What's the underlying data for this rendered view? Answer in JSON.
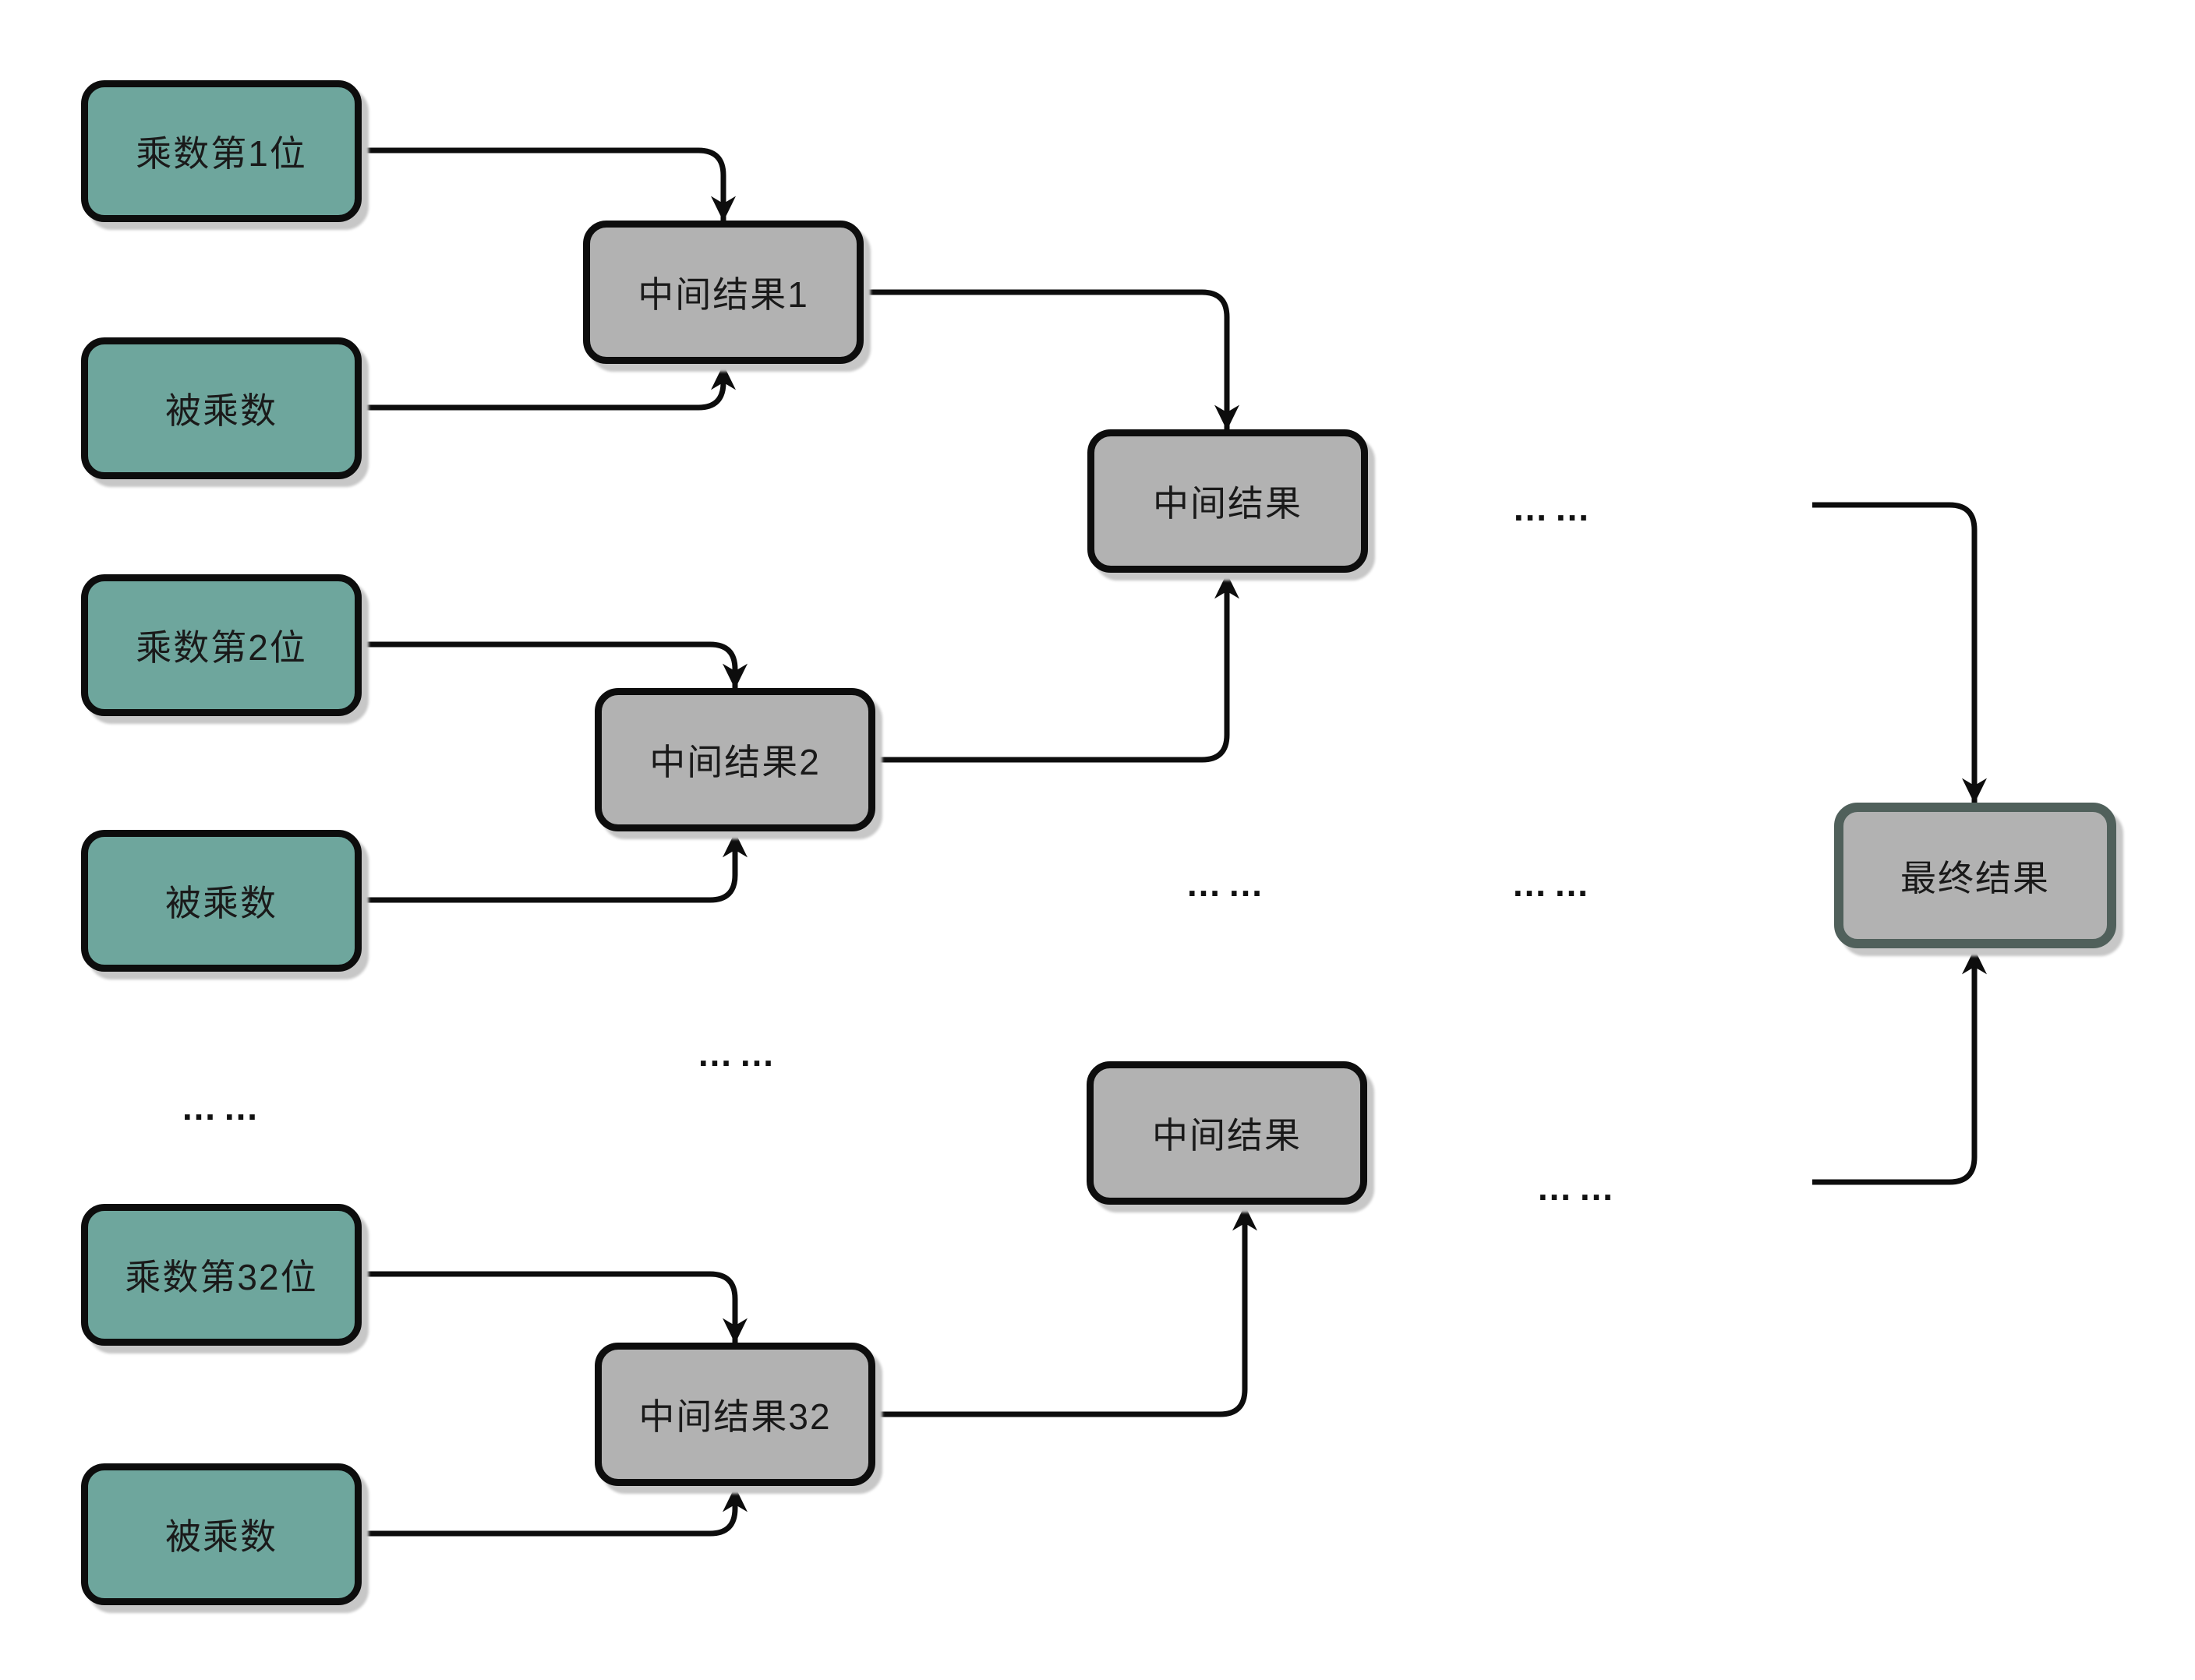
{
  "diagram": {
    "title_hint": "32-bit multiplication partial products flow",
    "ellipsis_text": "……",
    "colors": {
      "input_fill": "#6EA69D",
      "result_fill": "#B2B2B2",
      "stroke": "#0D0D0D",
      "final_border": "#50605B",
      "shadow": "#C7C7C7",
      "background": "#FFFFFF"
    },
    "nodes": [
      {
        "id": "multiplier-bit-1",
        "label": "乘数第1位",
        "kind": "input"
      },
      {
        "id": "multiplicand-a",
        "label": "被乘数",
        "kind": "input"
      },
      {
        "id": "multiplier-bit-2",
        "label": "乘数第2位",
        "kind": "input"
      },
      {
        "id": "multiplicand-b",
        "label": "被乘数",
        "kind": "input"
      },
      {
        "id": "multiplier-bit-32",
        "label": "乘数第32位",
        "kind": "input"
      },
      {
        "id": "multiplicand-c",
        "label": "被乘数",
        "kind": "input"
      },
      {
        "id": "partial-result-1",
        "label": "中间结果1",
        "kind": "result"
      },
      {
        "id": "partial-result-2",
        "label": "中间结果2",
        "kind": "result"
      },
      {
        "id": "partial-result-32",
        "label": "中间结果32",
        "kind": "result"
      },
      {
        "id": "intermediate-top",
        "label": "中间结果",
        "kind": "result"
      },
      {
        "id": "intermediate-bottom",
        "label": "中间结果",
        "kind": "result"
      },
      {
        "id": "final-result",
        "label": "最终结果",
        "kind": "final"
      }
    ],
    "edges": [
      {
        "from": "multiplier-bit-1",
        "to": "partial-result-1"
      },
      {
        "from": "multiplicand-a",
        "to": "partial-result-1"
      },
      {
        "from": "multiplier-bit-2",
        "to": "partial-result-2"
      },
      {
        "from": "multiplicand-b",
        "to": "partial-result-2"
      },
      {
        "from": "multiplier-bit-32",
        "to": "partial-result-32"
      },
      {
        "from": "multiplicand-c",
        "to": "partial-result-32"
      },
      {
        "from": "partial-result-1",
        "to": "intermediate-top"
      },
      {
        "from": "partial-result-2",
        "to": "intermediate-top"
      },
      {
        "from": "partial-result-32",
        "to": "intermediate-bottom"
      },
      {
        "from": "ellipsis-chain-top",
        "to": "final-result"
      },
      {
        "from": "ellipsis-chain-bottom",
        "to": "final-result"
      }
    ]
  }
}
